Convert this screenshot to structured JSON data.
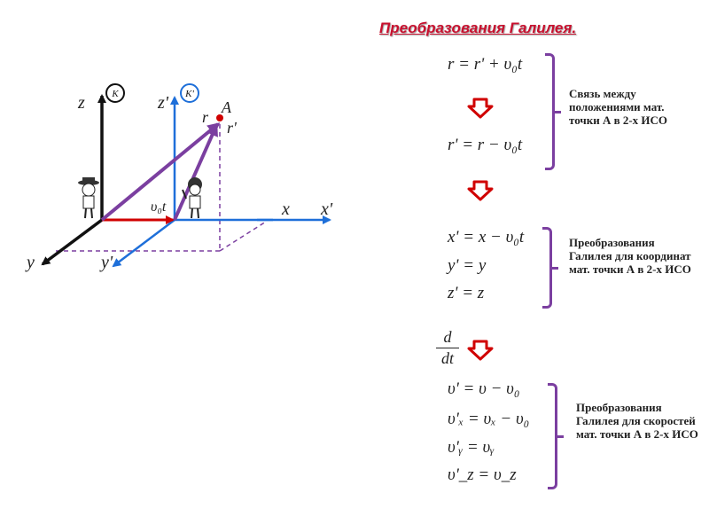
{
  "title": "Преобразования Галилея.",
  "diagram": {
    "label_z": "z",
    "label_z_prime": "z'",
    "label_y": "y",
    "label_y_prime": "y'",
    "label_x": "x",
    "label_x_prime": "x'",
    "label_A": "A",
    "label_r": "r",
    "label_r_prime": "r'",
    "label_v0t": "υ₀t",
    "label_K": "K",
    "label_K_prime": "K'"
  },
  "formulas": {
    "f1": "r = r' + υ₀t",
    "f2": "r' = r − υ₀t",
    "f3": "x' = x − υ₀t",
    "f4": "y' = y",
    "f5": "z' = z",
    "f6_num": "d",
    "f6_den": "dt",
    "f7": "υ' = υ − υ₀",
    "f8": "υ'ₓ = υₓ − υ₀",
    "f9": "υ'ᵧ = υᵧ",
    "f10": "υ'_z = υ_z"
  },
  "notes": {
    "n1": "Связь между положениями  мат. точки А в 2-х ИСО",
    "n2": "Преобразования Галилея для координат мат. точки А в 2-х ИСО",
    "n3": "Преобразования Галилея для скоростей мат. точки А в 2-х ИСО"
  },
  "colors": {
    "accent_red": "#c8102e",
    "brace_purple": "#7b3fa0",
    "axis_blue": "#1e6fd9",
    "vector_purple": "#7b3fa0",
    "origin_red": "#d00000"
  }
}
